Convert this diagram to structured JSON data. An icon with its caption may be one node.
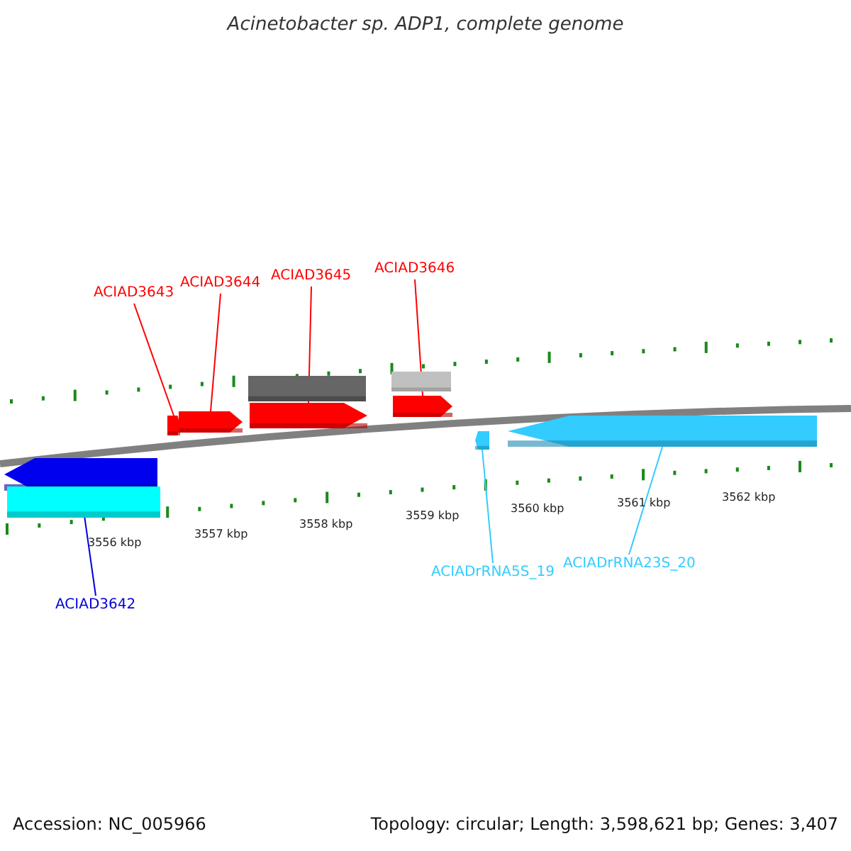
{
  "diagram": {
    "title": "Acinetobacter sp. ADP1, complete genome",
    "nodes": [
      {
        "text": [
          "ACIAD3643"
        ]
      },
      {
        "text": [
          "ACIAD3644"
        ]
      },
      {
        "text": [
          "ACIAD3645"
        ]
      },
      {
        "text": [
          "ACIAD3646"
        ]
      },
      {
        "text": [
          "ACIAD3642"
        ]
      },
      {
        "text": [
          "ACIADrRNA5S_19"
        ]
      },
      {
        "text": [
          "ACIADrRNA23S_20"
        ]
      },
      {
        "text": [],
        "shape": "arrow"
      },
      {
        "text": [],
        "shape": "arrow"
      },
      {
        "text": [],
        "shape": "bar"
      },
      {
        "text": [],
        "shape": "arrow"
      },
      {
        "text": [],
        "shape": "bar"
      },
      {
        "text": [],
        "shape": "arrow"
      },
      {
        "text": [],
        "shape": "arrow"
      },
      {
        "text": [],
        "shape": "bar"
      },
      {
        "text": [],
        "shape": "arrow"
      },
      {
        "text": [],
        "shape": "arrow"
      }
    ],
    "edges": [
      {
        "from": 0,
        "to": 7,
        "arrow": "none"
      },
      {
        "from": 1,
        "to": 8,
        "arrow": "none"
      },
      {
        "from": 2,
        "to": 10,
        "arrow": "none"
      },
      {
        "from": 3,
        "to": 12,
        "arrow": "none"
      },
      {
        "from": 4,
        "to": 13,
        "arrow": "none",
        "color": "#0000dd"
      },
      {
        "from": 5,
        "to": 15,
        "arrow": "none",
        "color": "#33ccff"
      },
      {
        "from": 6,
        "to": 16,
        "arrow": "none",
        "color": "#33ccff"
      }
    ],
    "labels": [
      "3556 kbp",
      "3557 kbp",
      "3558 kbp",
      "3559 kbp",
      "3560 kbp",
      "3561 kbp",
      "3562 kbp",
      "Accession: NC_005966",
      "Topology: circular; Length: 3,598,621 bp; Genes: 3,407"
    ]
  }
}
